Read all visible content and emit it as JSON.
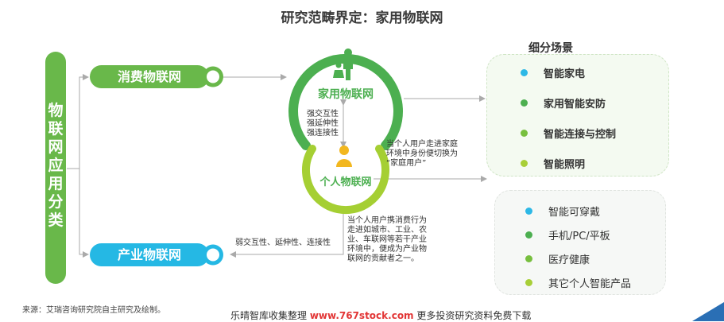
{
  "title": "研究范畴界定：家用物联网",
  "vertical_label": [
    "物",
    "联",
    "网",
    "应",
    "用",
    "分",
    "类"
  ],
  "consumer_iot": "消费物联网",
  "industrial_iot": "产业物联网",
  "home_iot": "家用物联网",
  "personal_iot": "个人物联网",
  "strong_traits": [
    "强交互性",
    "强延伸性",
    "强连接性"
  ],
  "weak_traits": "弱交互性、延伸性、连接性",
  "note_home": [
    "当个人用户走进家庭",
    "环境中身份便切换为",
    "“家庭用户”"
  ],
  "note_industry": [
    "当个人用户携消费行为",
    "走进如城市、工业、农",
    "业、车联网等若干产业",
    "环境中，便成为产业物",
    "联网的贡献者之一。"
  ],
  "segments_title": "细分场景",
  "home_scenes": [
    {
      "label": "智能家电",
      "color": "#2db8e6"
    },
    {
      "label": "家用智能安防",
      "color": "#4caf50"
    },
    {
      "label": "智能连接与控制",
      "color": "#77bf3e"
    },
    {
      "label": "智能照明",
      "color": "#a8cf38"
    }
  ],
  "personal_scenes": [
    {
      "label": "智能可穿戴",
      "color": "#2db8e6"
    },
    {
      "label": "手机/PC/平板",
      "color": "#4caf50"
    },
    {
      "label": "医疗健康",
      "color": "#77bf3e"
    },
    {
      "label": "其它个人智能产品",
      "color": "#a8cf38"
    }
  ],
  "source": "来源：艾瑞咨询研究院自主研究及绘制。",
  "footer": {
    "prefix": "乐晴智库收集整理 ",
    "brand": "www.767stock.com",
    "suffix": " 更多投资研究资料免费下载"
  },
  "colors": {
    "green": "#69b84a",
    "blue": "#25b8e4",
    "lime": "#a5cf33"
  }
}
